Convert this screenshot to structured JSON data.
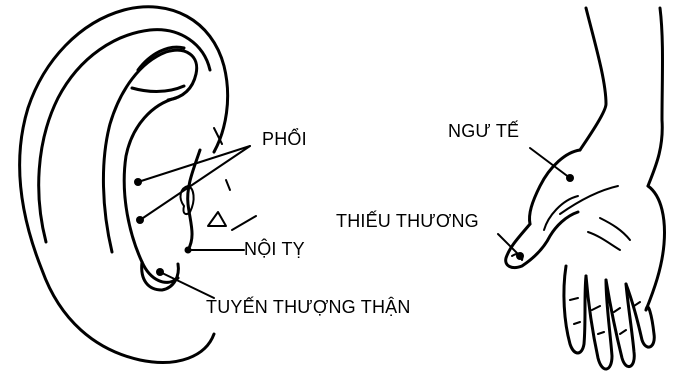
{
  "labels": {
    "phoi": "PHỔI",
    "noi_ty": "NỘI TỴ",
    "tuyen_thuong_than": "TUYẾN THƯỢNG THẬN",
    "ngu_te": "NGƯ TẾ",
    "thieu_thuong": "THIẾU THƯƠNG"
  },
  "colors": {
    "ink": "#000000",
    "background": "#ffffff"
  }
}
